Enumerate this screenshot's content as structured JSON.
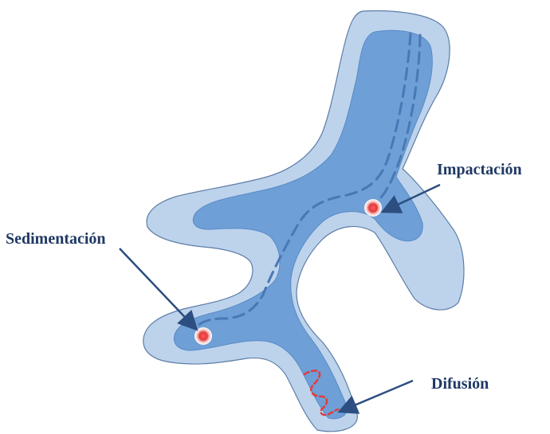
{
  "diagram": {
    "labels": {
      "impaction": "Impactación",
      "sedimentation": "Sedimentación",
      "diffusion": "Difusión"
    },
    "colors": {
      "outer_wall": "#bdd3ec",
      "outer_stroke": "#5d7da6",
      "inner_lumen": "#6e9fd6",
      "dashed_path": "#4a78b6",
      "particle": "#e23b3b",
      "diffusion_trace": "#e23b3b",
      "arrow": "#2c4e80",
      "label_text": "#1f3864"
    }
  }
}
